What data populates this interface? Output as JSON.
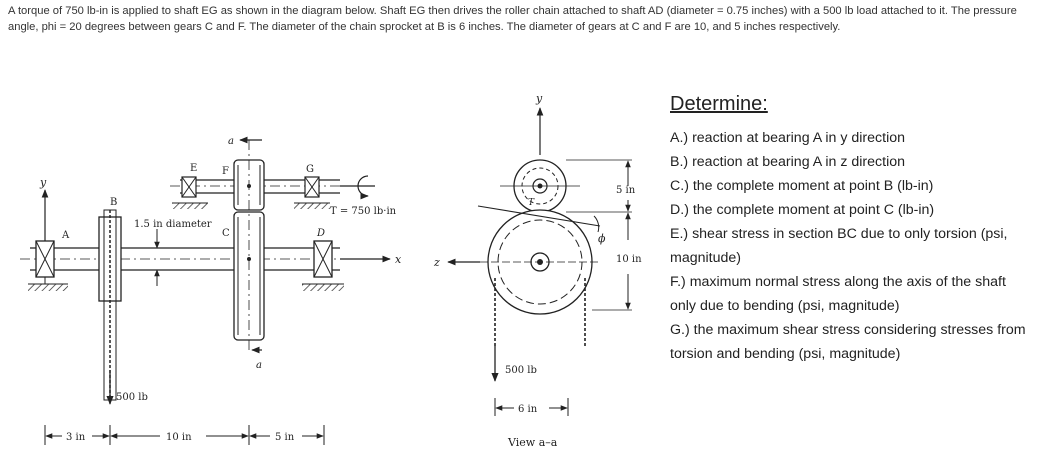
{
  "problem_text": "A torque of 750 lb-in is applied to shaft EG as shown in the diagram below. Shaft EG then drives the roller chain attached to shaft AD (diameter = 0.75 inches) with a 500 lb load attached to it. The pressure angle, phi = 20 degrees between gears C and F. The diameter of the chain sprocket at B is 6 inches. The diameter of gears at C and F are 10, and 5 inches respectively.",
  "determine": {
    "title": "Determine:",
    "items": [
      "A.) reaction at bearing A in y direction",
      "B.) reaction at bearing A in z direction",
      "C.) the complete moment at point B (lb-in)",
      "D.) the complete moment at point C (lb-in)",
      "E.) shear stress in section BC due to only torsion (psi, magnitude)",
      "F.) maximum normal stress along the axis of the shaft only due to bending (psi, magnitude)",
      "G.) the maximum shear stress considering stresses from torsion and bending (psi, magnitude)"
    ]
  },
  "diagram": {
    "labels": {
      "y_axis": "y",
      "a_top": "a",
      "a_bottom": "a",
      "E": "E",
      "F": "F",
      "G": "G",
      "B": "B",
      "A": "A",
      "C": "C",
      "D": "D",
      "x_axis": "x",
      "diameter": "1.5 in diameter",
      "torque": "T = 750 lb·in",
      "load": "500 lb",
      "dim_3in": "3 in",
      "dim_10in": "10 in",
      "dim_5in": "5 in"
    },
    "view": {
      "y_axis": "y",
      "z_axis": "z",
      "phi": "ϕ",
      "T": "T",
      "dim_5in": "5 in",
      "dim_10in": "10 in",
      "load": "500 lb",
      "dim_6in": "6 in",
      "caption": "View a–a"
    }
  }
}
